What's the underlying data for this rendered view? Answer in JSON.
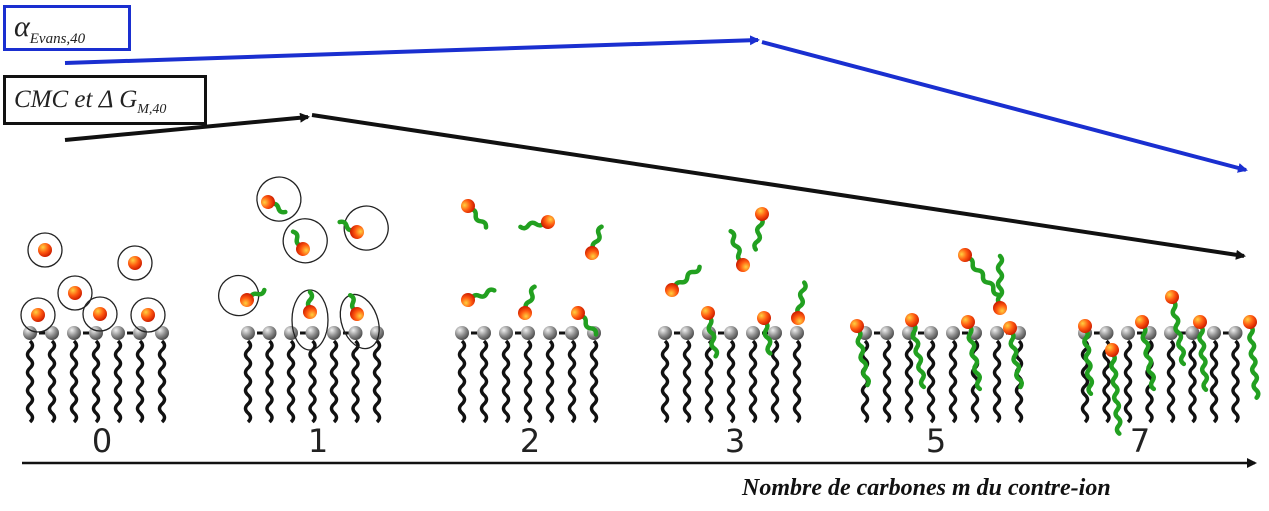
{
  "labels": {
    "alpha_symbol": "α",
    "alpha_sub": "Evans",
    "alpha_sub2": ",40",
    "cmc_text": "CMC et Δ G",
    "cmc_sub": "M",
    "cmc_sub2": ",40"
  },
  "axis": {
    "title": "Nombre de carbones m du contre-ion"
  },
  "panels": [
    {
      "value": "0"
    },
    {
      "value": "1"
    },
    {
      "value": "2"
    },
    {
      "value": "3"
    },
    {
      "value": "5"
    },
    {
      "value": "7"
    }
  ],
  "colors": {
    "alpha_trend": "#1a2fd0",
    "cmc_trend": "#111111",
    "head": "#ff5a10",
    "counterion_tail": "#22a020",
    "surfactant_head": "#8a8a8a",
    "surfactant_tail": "#111111"
  }
}
